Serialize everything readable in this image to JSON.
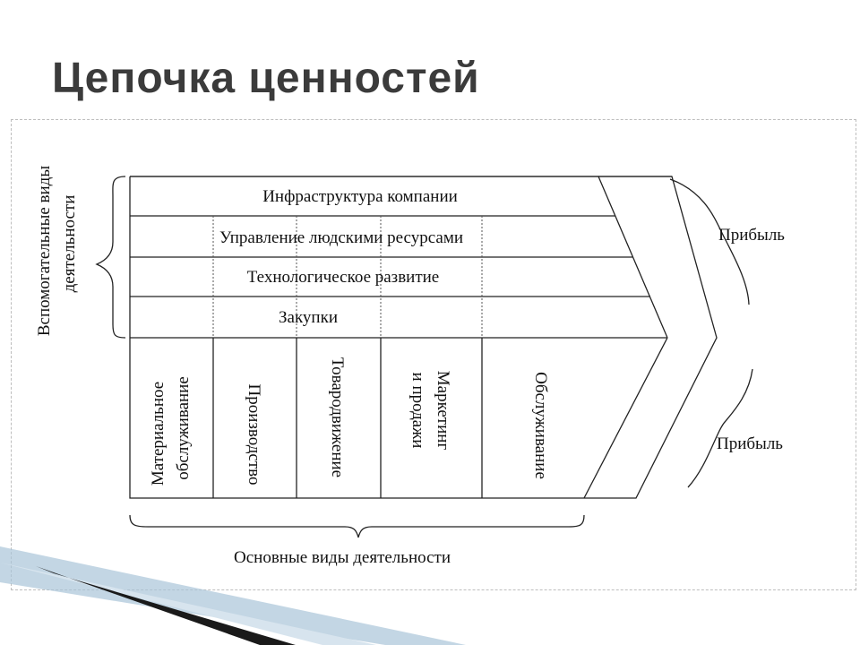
{
  "slide": {
    "title": "Цепочка ценностей"
  },
  "support": {
    "group_label_line1": "Вспомогательные виды",
    "group_label_line2": "деятельности",
    "rows": [
      "Инфраструктура компании",
      "Управление людскими ресурсами",
      "Технологическое развитие",
      "Закупки"
    ]
  },
  "primary": {
    "group_label": "Основные виды деятельности",
    "activities": [
      {
        "lines": [
          "Материальное",
          "обслуживание"
        ]
      },
      {
        "lines": [
          "Производство"
        ]
      },
      {
        "lines": [
          "Товародвижение"
        ]
      },
      {
        "lines": [
          "Маркетинг",
          "и продажи"
        ]
      },
      {
        "lines": [
          "Обслуживание"
        ]
      }
    ]
  },
  "margin": {
    "top_label": "Прибыль",
    "bottom_label": "Прибыль"
  },
  "colors": {
    "title": "#3b3b3b",
    "lines": "#222222",
    "frame": "#bdbdbd",
    "ribbon_dark": "#1a1a1a",
    "ribbon_light": "#a9c4d8"
  }
}
